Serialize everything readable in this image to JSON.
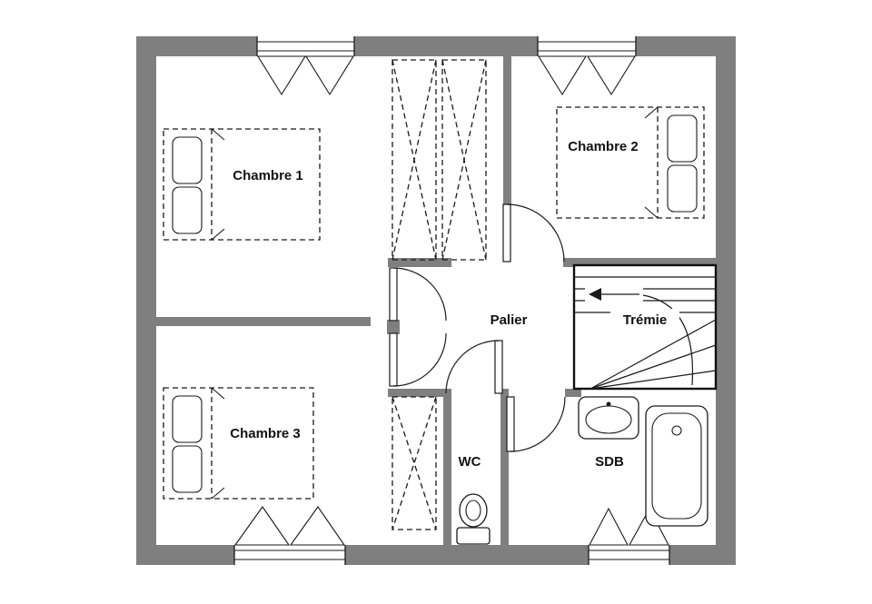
{
  "floor_plan": {
    "type": "floor-plan",
    "rooms": {
      "chambre1": {
        "label": "Chambre 1"
      },
      "chambre2": {
        "label": "Chambre 2"
      },
      "chambre3": {
        "label": "Chambre 3"
      },
      "palier": {
        "label": "Palier"
      },
      "tremie": {
        "label": "Trémie"
      },
      "wc": {
        "label": "WC"
      },
      "sdb": {
        "label": "SDB"
      }
    },
    "fixtures": {
      "beds": 3,
      "wardrobes": 3,
      "toilet": 1,
      "sink": 1,
      "bathtub": 1,
      "staircase": "winder-stairs-with-direction-arrow",
      "windows": 4,
      "interior_doors": 5
    },
    "colors": {
      "wall": "#7f7f7f",
      "line": "#1a1a1a",
      "background": "#ffffff"
    }
  }
}
